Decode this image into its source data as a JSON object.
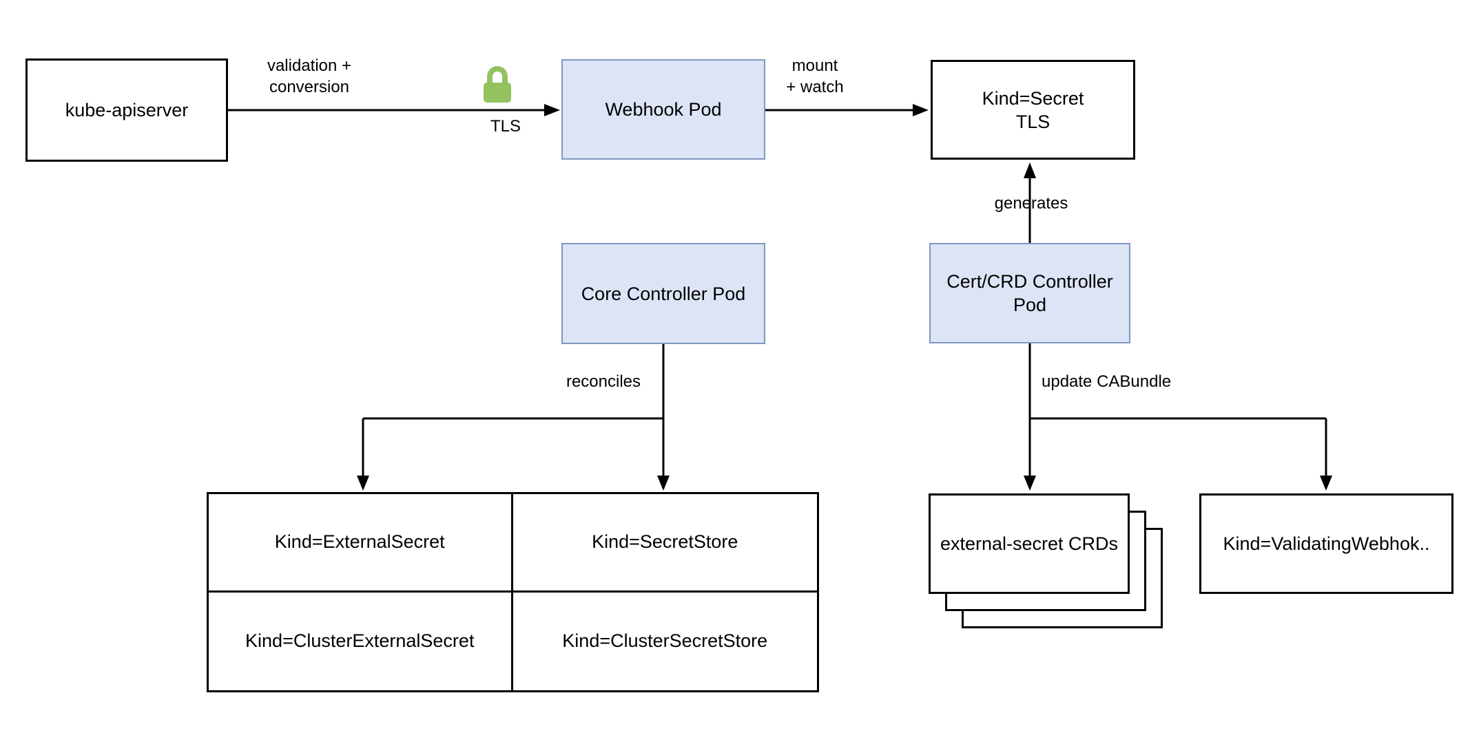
{
  "colors": {
    "node_blue_fill": "#dce4f6",
    "node_blue_stroke": "#8095c0",
    "node_white_fill": "#ffffff",
    "line_black": "#000000",
    "lock_green": "#94c25e"
  },
  "nodes": {
    "kube_apiserver": {
      "label": "kube-apiserver"
    },
    "webhook_pod": {
      "label": "Webhook Pod"
    },
    "secret_tls": {
      "line1": "Kind=Secret",
      "line2": "TLS"
    },
    "core_controller_pod": {
      "label": "Core Controller Pod"
    },
    "cert_crd_controller_pod": {
      "line1": "Cert/CRD Controller",
      "line2": "Pod"
    },
    "external_secret_crds": {
      "label": "external-secret CRDs"
    },
    "validating_webhook": {
      "label": "Kind=ValidatingWebhok.."
    }
  },
  "table": {
    "cells": [
      [
        "Kind=ExternalSecret",
        "Kind=SecretStore"
      ],
      [
        "Kind=ClusterExternalSecret",
        "Kind=ClusterSecretStore"
      ]
    ]
  },
  "edge_labels": {
    "validation": {
      "line1": "validation +",
      "line2": "conversion"
    },
    "tls": "TLS",
    "mount": {
      "line1": "mount",
      "line2": "+ watch"
    },
    "generates": "generates",
    "reconciles": "reconciles",
    "update_cabundle": "update CABundle"
  },
  "icons": {
    "lock": "lock-icon"
  }
}
